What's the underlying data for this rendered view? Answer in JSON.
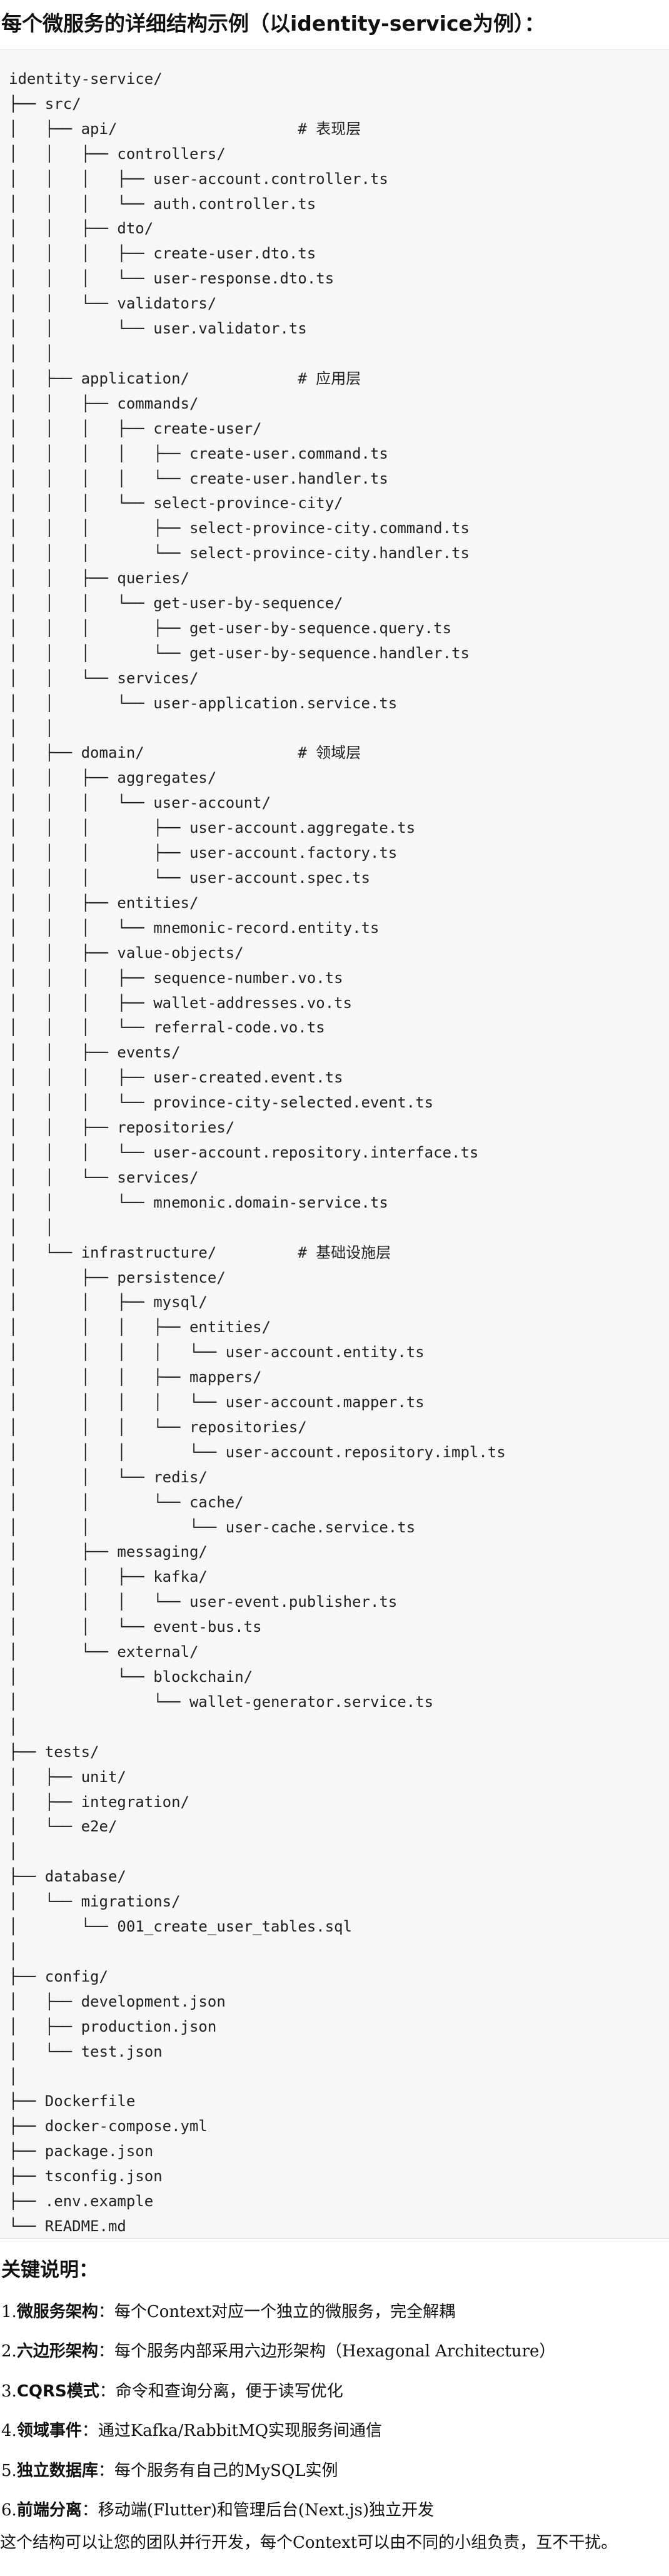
{
  "document": {
    "title": "每个微服务的详细结构示例（以identity-service为例）：",
    "tree_text": "identity-service/\n├── src/\n│   ├── api/                    # 表现层\n│   │   ├── controllers/\n│   │   │   ├── user-account.controller.ts\n│   │   │   └── auth.controller.ts\n│   │   ├── dto/\n│   │   │   ├── create-user.dto.ts\n│   │   │   └── user-response.dto.ts\n│   │   └── validators/\n│   │       └── user.validator.ts\n│   │\n│   ├── application/            # 应用层\n│   │   ├── commands/\n│   │   │   ├── create-user/\n│   │   │   │   ├── create-user.command.ts\n│   │   │   │   └── create-user.handler.ts\n│   │   │   └── select-province-city/\n│   │   │       ├── select-province-city.command.ts\n│   │   │       └── select-province-city.handler.ts\n│   │   ├── queries/\n│   │   │   └── get-user-by-sequence/\n│   │   │       ├── get-user-by-sequence.query.ts\n│   │   │       └── get-user-by-sequence.handler.ts\n│   │   └── services/\n│   │       └── user-application.service.ts\n│   │\n│   ├── domain/                 # 领域层\n│   │   ├── aggregates/\n│   │   │   └── user-account/\n│   │   │       ├── user-account.aggregate.ts\n│   │   │       ├── user-account.factory.ts\n│   │   │       └── user-account.spec.ts\n│   │   ├── entities/\n│   │   │   └── mnemonic-record.entity.ts\n│   │   ├── value-objects/\n│   │   │   ├── sequence-number.vo.ts\n│   │   │   ├── wallet-addresses.vo.ts\n│   │   │   └── referral-code.vo.ts\n│   │   ├── events/\n│   │   │   ├── user-created.event.ts\n│   │   │   └── province-city-selected.event.ts\n│   │   ├── repositories/\n│   │   │   └── user-account.repository.interface.ts\n│   │   └── services/\n│   │       └── mnemonic.domain-service.ts\n│   │\n│   └── infrastructure/         # 基础设施层\n│       ├── persistence/\n│       │   ├── mysql/\n│       │   │   ├── entities/\n│       │   │   │   └── user-account.entity.ts\n│       │   │   ├── mappers/\n│       │   │   │   └── user-account.mapper.ts\n│       │   │   └── repositories/\n│       │   │       └── user-account.repository.impl.ts\n│       │   └── redis/\n│       │       └── cache/\n│       │           └── user-cache.service.ts\n│       ├── messaging/\n│       │   ├── kafka/\n│       │   │   └── user-event.publisher.ts\n│       │   └── event-bus.ts\n│       └── external/\n│           └── blockchain/\n│               └── wallet-generator.service.ts\n│\n├── tests/\n│   ├── unit/\n│   ├── integration/\n│   └── e2e/\n│\n├── database/\n│   └── migrations/\n│       └── 001_create_user_tables.sql\n│\n├── config/\n│   ├── development.json\n│   ├── production.json\n│   └── test.json\n│\n├── Dockerfile\n├── docker-compose.yml\n├── package.json\n├── tsconfig.json\n├── .env.example\n└── README.md",
    "key_section_title": "关键说明：",
    "key_points": [
      {
        "number": "1.",
        "term": "微服务架构",
        "text": "：每个Context对应一个独立的微服务，完全解耦"
      },
      {
        "number": "2.",
        "term": "六边形架构",
        "text": "：每个服务内部采用六边形架构（Hexagonal Architecture）"
      },
      {
        "number": "3.",
        "term": "CQRS模式",
        "text": "：命令和查询分离，便于读写优化"
      },
      {
        "number": "4.",
        "term": "领域事件",
        "text": "：通过Kafka/RabbitMQ实现服务间通信"
      },
      {
        "number": "5.",
        "term": "独立数据库",
        "text": "：每个服务有自己的MySQL实例"
      },
      {
        "number": "6.",
        "term": "前端分离",
        "text": "：移动端(Flutter)和管理后台(Next.js)独立开发"
      }
    ],
    "closing_text": "这个结构可以让您的团队并行开发，每个Context可以由不同的小组负责，互不干扰。"
  }
}
